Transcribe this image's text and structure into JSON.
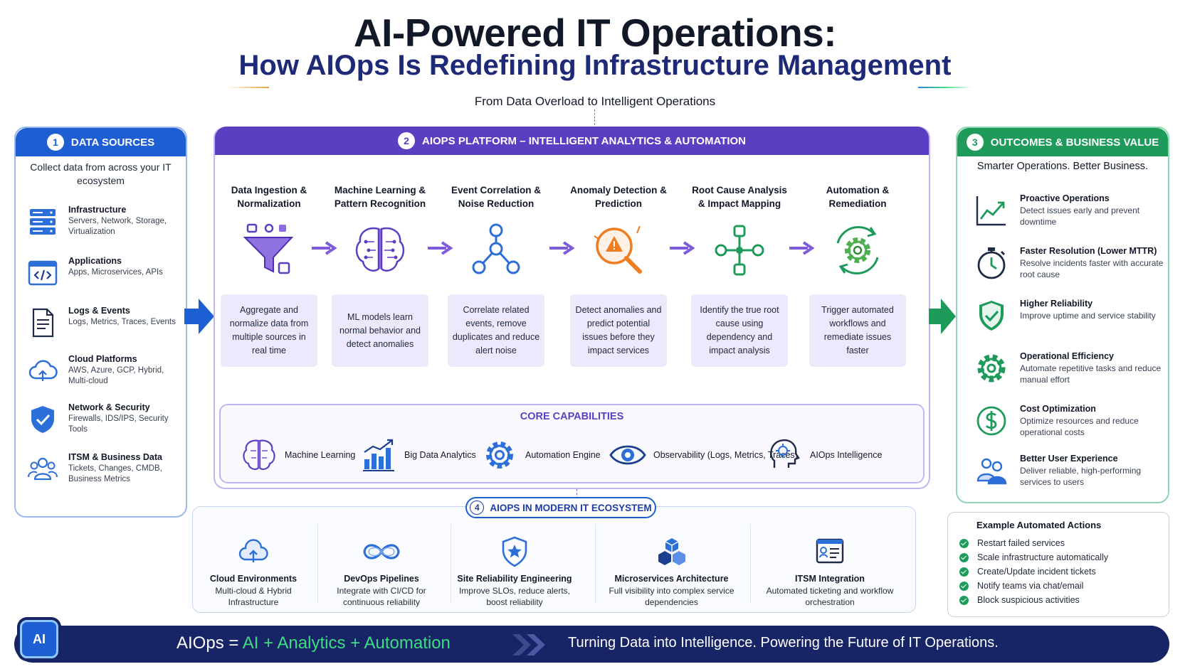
{
  "title": "AI-Powered IT Operations:",
  "subtitle": "How AIOps Is Redefining Infrastructure Management",
  "tagline": "From Data Overload to Intelligent Operations",
  "colors": {
    "blue": "#1d5fd3",
    "purple": "#5b3fc2",
    "green": "#1e9a5b",
    "navy": "#172466",
    "lavender": "#ede8fb"
  },
  "data_sources": {
    "number": "1",
    "header": "DATA SOURCES",
    "intro": "Collect data from across your IT ecosystem",
    "items": [
      {
        "icon": "server-stack-icon",
        "title": "Infrastructure",
        "desc": "Servers, Network, Storage, Virtualization"
      },
      {
        "icon": "code-window-icon",
        "title": "Applications",
        "desc": "Apps, Microservices, APIs"
      },
      {
        "icon": "log-document-icon",
        "title": "Logs & Events",
        "desc": "Logs, Metrics, Traces, Events"
      },
      {
        "icon": "cloud-icon",
        "title": "Cloud Platforms",
        "desc": "AWS, Azure, GCP, Hybrid, Multi-cloud"
      },
      {
        "icon": "shield-check-icon",
        "title": "Network & Security",
        "desc": "Firewalls, IDS/IPS, Security Tools"
      },
      {
        "icon": "users-icon",
        "title": "ITSM & Business Data",
        "desc": "Tickets, Changes, CMDB, Business Metrics"
      }
    ]
  },
  "platform": {
    "number": "2",
    "header": "AIOPS PLATFORM – INTELLIGENT ANALYTICS & AUTOMATION",
    "stages": [
      {
        "icon": "funnel-icon",
        "title": "Data Ingestion & Normalization",
        "desc": "Aggregate and normalize data from multiple sources in real time"
      },
      {
        "icon": "brain-circuit-icon",
        "title": "Machine Learning & Pattern Recognition",
        "desc": "ML models learn normal behavior and detect anomalies"
      },
      {
        "icon": "node-graph-icon",
        "title": "Event Correlation & Noise Reduction",
        "desc": "Correlate related events, remove duplicates and reduce alert noise"
      },
      {
        "icon": "warning-magnifier-icon",
        "title": "Anomaly Detection & Prediction",
        "desc": "Detect anomalies and predict potential issues before they impact services"
      },
      {
        "icon": "dependency-map-icon",
        "title": "Root Cause Analysis & Impact Mapping",
        "desc": "Identify the true root cause using dependency and impact analysis"
      },
      {
        "icon": "gear-cycle-icon",
        "title": "Automation & Remediation",
        "desc": "Trigger automated workflows and remediate issues faster"
      }
    ],
    "core": {
      "title": "CORE CAPABILITIES",
      "items": [
        {
          "icon": "brain-icon",
          "label": "Machine Learning"
        },
        {
          "icon": "bar-chart-icon",
          "label": "Big Data Analytics"
        },
        {
          "icon": "gear-icon",
          "label": "Automation Engine"
        },
        {
          "icon": "eye-icon",
          "label": "Observability (Logs, Metrics, Traces)"
        },
        {
          "icon": "ai-head-icon",
          "label": "AIOps Intelligence"
        }
      ]
    }
  },
  "outcomes": {
    "number": "3",
    "header": "OUTCOMES & BUSINESS VALUE",
    "intro": "Smarter Operations. Better Business.",
    "items": [
      {
        "icon": "trend-chart-icon",
        "title": "Proactive Operations",
        "desc": "Detect issues early and prevent downtime"
      },
      {
        "icon": "stopwatch-icon",
        "title": "Faster Resolution (Lower MTTR)",
        "desc": "Resolve incidents faster with accurate root cause"
      },
      {
        "icon": "shield-check-icon",
        "title": "Higher Reliability",
        "desc": "Improve uptime and service stability"
      },
      {
        "icon": "gear-icon",
        "title": "Operational Efficiency",
        "desc": "Automate repetitive tasks and reduce manual effort"
      },
      {
        "icon": "dollar-icon",
        "title": "Cost Optimization",
        "desc": "Optimize resources and reduce operational costs"
      },
      {
        "icon": "users-icon",
        "title": "Better User Experience",
        "desc": "Deliver reliable, high-performing services to users"
      }
    ]
  },
  "actions": {
    "title": "Example Automated Actions",
    "items": [
      "Restart failed services",
      "Scale infrastructure automatically",
      "Create/Update incident tickets",
      "Notify teams via chat/email",
      "Block suspicious activities"
    ]
  },
  "ecosystem": {
    "number": "4",
    "header": "AIOPS IN MODERN IT ECOSYSTEM",
    "items": [
      {
        "icon": "cloud-upload-icon",
        "title": "Cloud Environments",
        "desc": "Multi-cloud & Hybrid Infrastructure"
      },
      {
        "icon": "infinity-icon",
        "title": "DevOps Pipelines",
        "desc": "Integrate with CI/CD for continuous reliability"
      },
      {
        "icon": "star-shield-icon",
        "title": "Site Reliability Engineering",
        "desc": "Improve SLOs, reduce alerts, boost reliability"
      },
      {
        "icon": "cubes-icon",
        "title": "Microservices Architecture",
        "desc": "Full visibility into complex service dependencies"
      },
      {
        "icon": "ticket-board-icon",
        "title": "ITSM Integration",
        "desc": "Automated ticketing and workflow orchestration"
      }
    ]
  },
  "footer": {
    "badge": "AI",
    "formula_start": "AIOps =",
    "formula_rest": "AI + Analytics + Automation",
    "slogan": "Turning Data into Intelligence.  Powering the Future of IT Operations."
  }
}
